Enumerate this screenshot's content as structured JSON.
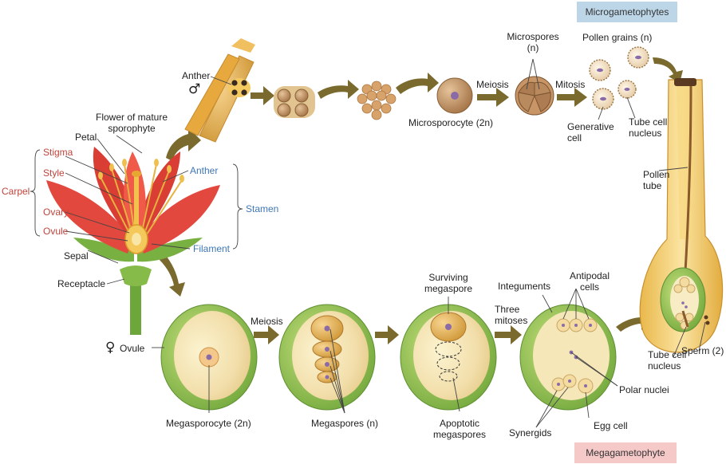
{
  "titles": {
    "microgametophytes": "Microgametophytes",
    "megagametophyte": "Megagametophyte"
  },
  "symbols": {
    "male": "♂",
    "female": "♀"
  },
  "flower": {
    "flower_of_mature_sporophyte": [
      "Flower of mature",
      "sporophyte"
    ],
    "petal": "Petal",
    "carpel": "Carpel",
    "stigma": "Stigma",
    "style": "Style",
    "ovary": "Ovary",
    "ovule": "Ovule",
    "anther": "Anther",
    "filament": "Filament",
    "stamen": "Stamen",
    "sepal": "Sepal",
    "receptacle": "Receptacle"
  },
  "male_pathway": {
    "anther": "Anther",
    "microsporocyte": "Microsporocyte (2n)",
    "meiosis": "Meiosis",
    "microspores": [
      "Microspores",
      "(n)"
    ],
    "mitosis": "Mitosis",
    "pollen_grains": "Pollen grains (n)",
    "generative_cell": [
      "Generative",
      "cell"
    ],
    "tube_cell_nucleus": [
      "Tube cell",
      "nucleus"
    ],
    "pollen_tube": [
      "Pollen",
      "tube"
    ]
  },
  "female_pathway": {
    "ovule": "Ovule",
    "megasporocyte": "Megasporocyte (2n)",
    "meiosis": "Meiosis",
    "megaspores": "Megaspores (n)",
    "surviving_megaspore": [
      "Surviving",
      "megaspore"
    ],
    "apoptotic_megaspores": [
      "Apoptotic",
      "megaspores"
    ],
    "three_mitoses": [
      "Three",
      "mitoses"
    ],
    "integuments": "Integuments",
    "antipodal_cells": [
      "Antipodal",
      "cells"
    ],
    "polar_nuclei": "Polar nuclei",
    "egg_cell": "Egg cell",
    "synergids": "Synergids",
    "tube_cell_nucleus": [
      "Tube cell",
      "nucleus"
    ],
    "sperm": "Sperm (2)"
  },
  "colors": {
    "arrow": "#7a6a2e",
    "petal": "#e2483e",
    "ovule_green": "#8fc24f",
    "ovule_inner": "#f6e7b4",
    "pollen_tube": "#f0c65a",
    "label_red": "#c1443b",
    "label_blue": "#3f77b6",
    "micro_box": "#bcd6e8",
    "mega_box": "#f6c9c9"
  }
}
